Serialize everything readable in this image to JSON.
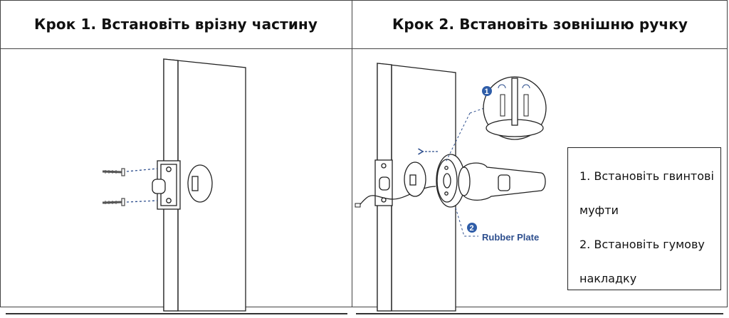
{
  "steps": [
    {
      "title": "Крок 1. Встановіть врізну частину"
    },
    {
      "title": "Крок 2. Встановіть зовнішню ручку"
    }
  ],
  "callouts": {
    "badge_1": "1",
    "badge_2": "2",
    "rubber_plate_label": "Rubber Plate"
  },
  "note": {
    "item_1": "1. Встановіть гвинтові муфти",
    "item_2": "2. Встановіть гумову накладку"
  },
  "colors": {
    "line": "#444444",
    "accent": "#2e4f8e",
    "badge": "#2f5da8"
  }
}
